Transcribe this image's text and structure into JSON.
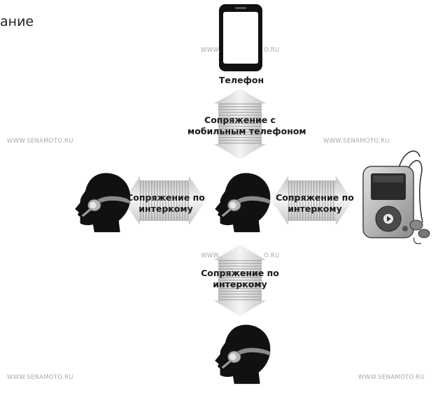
{
  "header": {
    "partial_title": "ание"
  },
  "devices": {
    "phone_label": "Телефон"
  },
  "links": {
    "top_label_line1": "Сопряжение с",
    "top_label_line2": "мобильным телефоном",
    "left_label_line1": "Сопряжение по",
    "left_label_line2": "интеркому",
    "right_label_line1": "Сопряжение по",
    "right_label_line2": "интеркому",
    "bottom_label_line1": "Сопряжение по",
    "bottom_label_line2": "интеркому"
  },
  "watermarks": {
    "left_mid": "WWW.SENAMOTO.RU",
    "right_mid": "WWW.SENAMOTO.RU",
    "top_center_left": "WWW.",
    "top_center_right": "O.RU",
    "center_left": "WWW.",
    "center_right": "O.RU",
    "bottom_left": "WWW.SENAMOTO.RU",
    "bottom_right": "WWW.SENAMOTO.RU"
  },
  "colors": {
    "arrow_light": "#f2f2f2",
    "arrow_dark": "#c8c8c8",
    "stripe": "#9a9a9a",
    "head": "#111111"
  }
}
